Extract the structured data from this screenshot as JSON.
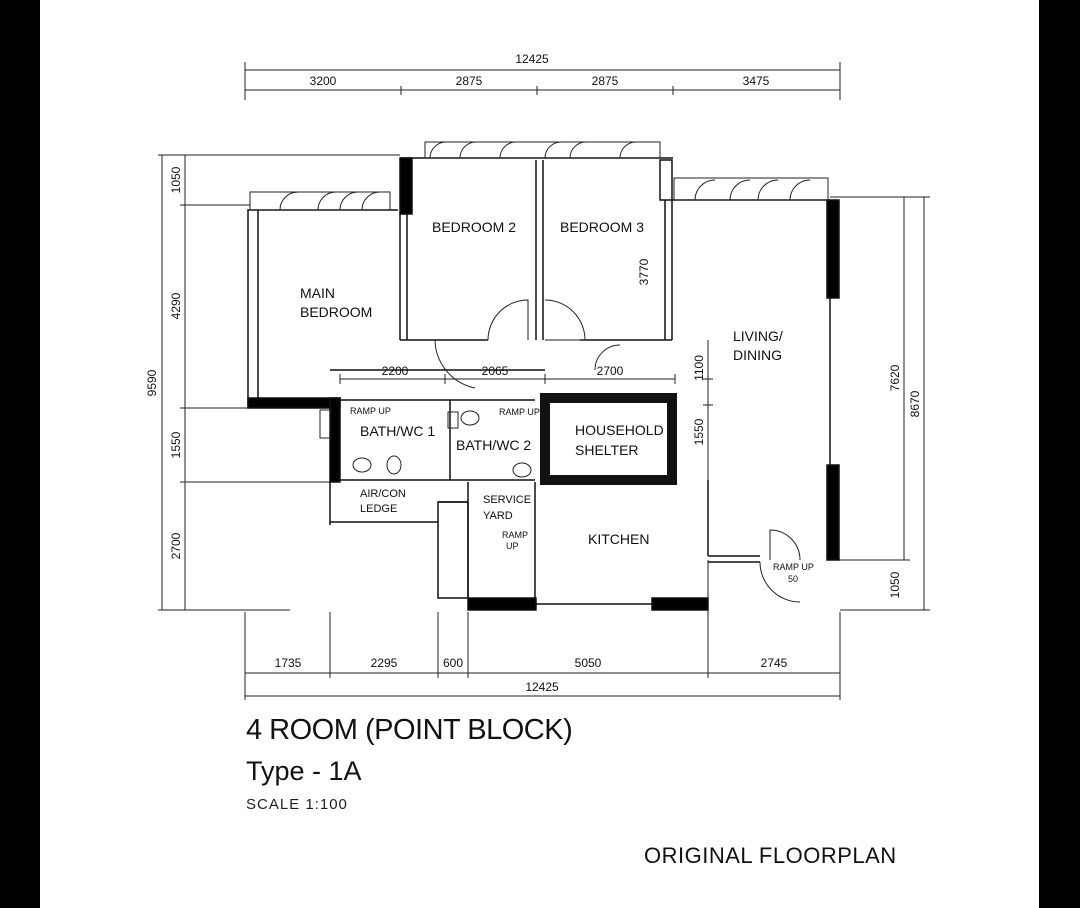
{
  "dimensions": {
    "top_total": "12425",
    "top_segments": [
      "3200",
      "2875",
      "2875",
      "3475"
    ],
    "bottom_total": "12425",
    "bottom_segments": [
      "1735",
      "2295",
      "600",
      "5050",
      "2745"
    ],
    "left_total": "9590",
    "left_segments": [
      "1050",
      "4290",
      "1550",
      "2700"
    ],
    "right_outer": "8670",
    "right_inner": "7620",
    "right_bottom": "1050",
    "bedroom3_depth": "3770",
    "interior_1": "2200",
    "interior_2": "2065",
    "interior_3": "2700",
    "shelter_1": "1100",
    "shelter_2": "1550"
  },
  "rooms": {
    "main_bedroom": [
      "MAIN",
      "BEDROOM"
    ],
    "bedroom2": "BEDROOM 2",
    "bedroom3": "BEDROOM 3",
    "living": [
      "LIVING/",
      "DINING"
    ],
    "bath1": "BATH/WC 1",
    "bath2": "BATH/WC 2",
    "shelter": [
      "HOUSEHOLD",
      "SHELTER"
    ],
    "aircon": [
      "AIR/CON",
      "LEDGE"
    ],
    "service": [
      "SERVICE",
      "YARD"
    ],
    "kitchen": "KITCHEN",
    "ramp1": "RAMP UP",
    "ramp2": "RAMP UP",
    "ramp_sy": [
      "RAMP",
      "UP"
    ],
    "ramp_entry": [
      "RAMP UP",
      "50"
    ]
  },
  "title": {
    "line1": "4 ROOM (POINT BLOCK)",
    "line2": "Type - 1A",
    "scale": "SCALE   1:100",
    "tag": "ORIGINAL FLOORPLAN"
  }
}
